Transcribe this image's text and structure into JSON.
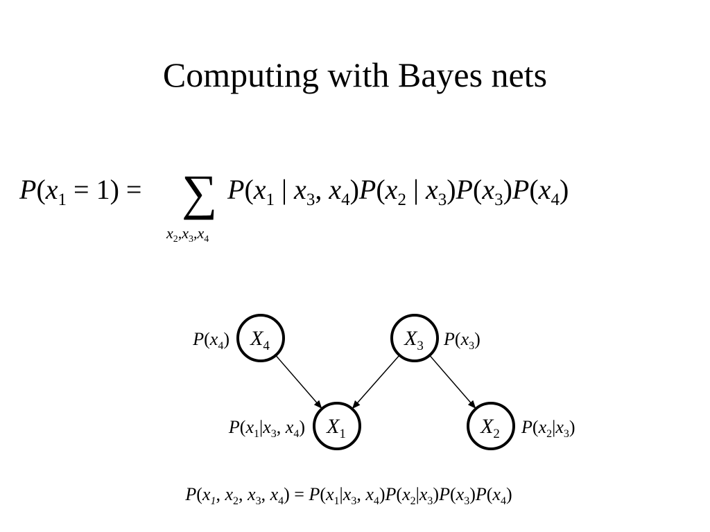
{
  "title": "Computing with Bayes nets",
  "colors": {
    "background": "#ffffff",
    "ink": "#000000"
  },
  "marginal_equation": {
    "lhs": [
      {
        "t": "P",
        "i": true
      },
      {
        "t": "("
      },
      {
        "t": "x",
        "i": true
      },
      {
        "t": "1",
        "sub": true
      },
      {
        "t": " = 1) = "
      }
    ],
    "sum_symbol": "∑",
    "sum_subscript": [
      {
        "t": "x",
        "i": true
      },
      {
        "t": "2",
        "sub": true
      },
      {
        "t": ","
      },
      {
        "t": "x",
        "i": true
      },
      {
        "t": "3",
        "sub": true
      },
      {
        "t": ","
      },
      {
        "t": "x",
        "i": true
      },
      {
        "t": "4",
        "sub": true
      }
    ],
    "rhs": [
      {
        "t": "P",
        "i": true
      },
      {
        "t": "("
      },
      {
        "t": "x",
        "i": true
      },
      {
        "t": "1",
        "sub": true
      },
      {
        "t": " | "
      },
      {
        "t": "x",
        "i": true
      },
      {
        "t": "3",
        "sub": true
      },
      {
        "t": ", "
      },
      {
        "t": "x",
        "i": true
      },
      {
        "t": "4",
        "sub": true
      },
      {
        "t": ")"
      },
      {
        "t": "P",
        "i": true
      },
      {
        "t": "("
      },
      {
        "t": "x",
        "i": true
      },
      {
        "t": "2",
        "sub": true
      },
      {
        "t": " | "
      },
      {
        "t": "x",
        "i": true
      },
      {
        "t": "3",
        "sub": true
      },
      {
        "t": ")"
      },
      {
        "t": "P",
        "i": true
      },
      {
        "t": "("
      },
      {
        "t": "x",
        "i": true
      },
      {
        "t": "3",
        "sub": true
      },
      {
        "t": ")"
      },
      {
        "t": "P",
        "i": true
      },
      {
        "t": "("
      },
      {
        "t": "x",
        "i": true
      },
      {
        "t": "4",
        "sub": true
      },
      {
        "t": ")"
      }
    ]
  },
  "nodes": [
    {
      "id": "x4",
      "label": [
        {
          "t": "X",
          "i": true
        },
        {
          "t": "4",
          "sub": true
        }
      ],
      "prob": [
        {
          "t": "P",
          "i": true
        },
        {
          "t": "("
        },
        {
          "t": "x",
          "i": true
        },
        {
          "t": "4",
          "sub": true
        },
        {
          "t": ")"
        }
      ]
    },
    {
      "id": "x3",
      "label": [
        {
          "t": "X",
          "i": true
        },
        {
          "t": "3",
          "sub": true
        }
      ],
      "prob": [
        {
          "t": "P",
          "i": true
        },
        {
          "t": "("
        },
        {
          "t": "x",
          "i": true
        },
        {
          "t": "3",
          "sub": true
        },
        {
          "t": ")"
        }
      ]
    },
    {
      "id": "x1",
      "label": [
        {
          "t": "X",
          "i": true
        },
        {
          "t": "1",
          "sub": true
        }
      ],
      "prob": [
        {
          "t": "P",
          "i": true
        },
        {
          "t": "("
        },
        {
          "t": "x",
          "i": true
        },
        {
          "t": "1",
          "sub": true
        },
        {
          "t": "|"
        },
        {
          "t": "x",
          "i": true
        },
        {
          "t": "3",
          "sub": true
        },
        {
          "t": ", "
        },
        {
          "t": "x",
          "i": true
        },
        {
          "t": "4",
          "sub": true
        },
        {
          "t": ")"
        }
      ]
    },
    {
      "id": "x2",
      "label": [
        {
          "t": "X",
          "i": true
        },
        {
          "t": "2",
          "sub": true
        }
      ],
      "prob": [
        {
          "t": "P",
          "i": true
        },
        {
          "t": "("
        },
        {
          "t": "x",
          "i": true
        },
        {
          "t": "2",
          "sub": true
        },
        {
          "t": "|"
        },
        {
          "t": "x",
          "i": true
        },
        {
          "t": "3",
          "sub": true
        },
        {
          "t": ")"
        }
      ]
    }
  ],
  "edges": [
    {
      "from": "x4",
      "to": "x1"
    },
    {
      "from": "x3",
      "to": "x1"
    },
    {
      "from": "x3",
      "to": "x2"
    }
  ],
  "joint_equation": [
    {
      "t": "P",
      "i": true
    },
    {
      "t": "("
    },
    {
      "t": "x",
      "i": true
    },
    {
      "t": "1",
      "sub": true,
      "i": true
    },
    {
      "t": ", "
    },
    {
      "t": "x",
      "i": true
    },
    {
      "t": "2",
      "sub": true
    },
    {
      "t": ", "
    },
    {
      "t": "x",
      "i": true
    },
    {
      "t": "3",
      "sub": true
    },
    {
      "t": ", "
    },
    {
      "t": "x",
      "i": true
    },
    {
      "t": "4",
      "sub": true
    },
    {
      "t": ") = "
    },
    {
      "t": "P",
      "i": true
    },
    {
      "t": "("
    },
    {
      "t": "x",
      "i": true
    },
    {
      "t": "1",
      "sub": true
    },
    {
      "t": "|"
    },
    {
      "t": "x",
      "i": true
    },
    {
      "t": "3",
      "sub": true
    },
    {
      "t": ", "
    },
    {
      "t": "x",
      "i": true
    },
    {
      "t": "4",
      "sub": true
    },
    {
      "t": ")"
    },
    {
      "t": "P",
      "i": true
    },
    {
      "t": "("
    },
    {
      "t": "x",
      "i": true
    },
    {
      "t": "2",
      "sub": true
    },
    {
      "t": "|"
    },
    {
      "t": "x",
      "i": true
    },
    {
      "t": "3",
      "sub": true
    },
    {
      "t": ")"
    },
    {
      "t": "P",
      "i": true
    },
    {
      "t": "("
    },
    {
      "t": "x",
      "i": true
    },
    {
      "t": "3",
      "sub": true
    },
    {
      "t": ")"
    },
    {
      "t": "P",
      "i": true
    },
    {
      "t": "("
    },
    {
      "t": "x",
      "i": true
    },
    {
      "t": "4",
      "sub": true
    },
    {
      "t": ")"
    }
  ]
}
